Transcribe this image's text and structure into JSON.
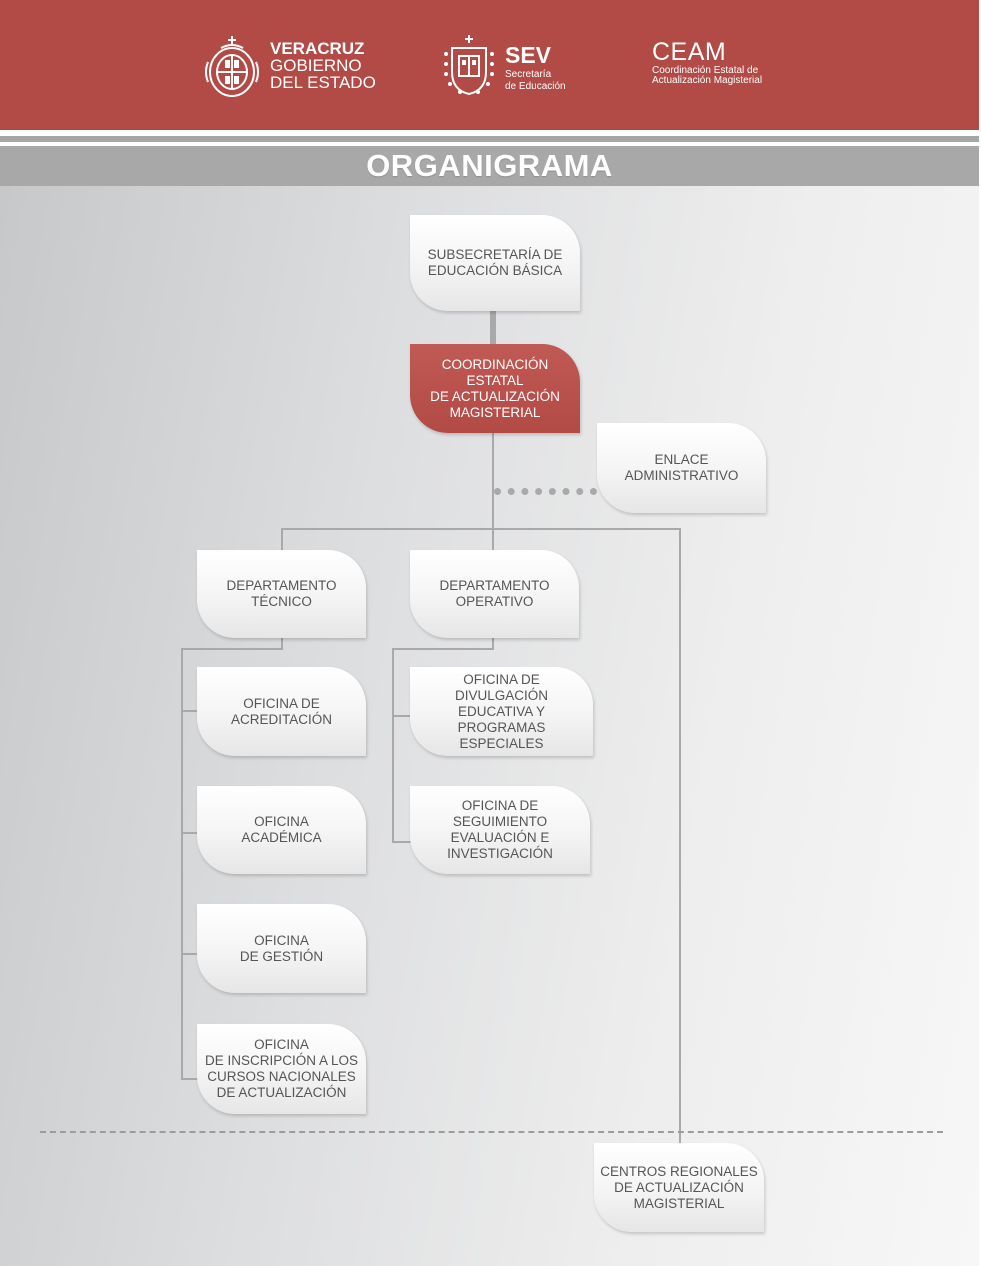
{
  "header": {
    "gobierno": {
      "line1": "VERACRUZ",
      "line2": "GOBIERNO",
      "line3": "DEL ESTADO",
      "icon": "veracruz-coat-of-arms-icon"
    },
    "sev": {
      "acronym": "SEV",
      "line1": "Secretaría",
      "line2": "de Educación",
      "icon": "sev-shield-icon"
    },
    "ceam": {
      "acronym": "CEAM",
      "line1": "Coordinación Estatal de",
      "line2": "Actualización Magisterial"
    }
  },
  "title": "ORGANIGRAMA",
  "colors": {
    "brand_red": "#b24a45",
    "title_grey": "#a8a8a8",
    "line_grey": "#a9a9a9"
  },
  "org": {
    "subsecretaria": "SUBSECRETARÍA DE\nEDUCACIÓN BÁSICA",
    "coordinacion": "COORDINACIÓN ESTATAL\nDE ACTUALIZACIÓN\nMAGISTERIAL",
    "enlace": "ENLACE\nADMINISTRATIVO",
    "depto_tecnico": "DEPARTAMENTO\nTÉCNICO",
    "depto_operativo": "DEPARTAMENTO\nOPERATIVO",
    "oficina_acreditacion": "OFICINA DE\nACREDITACIÓN",
    "oficina_academica": "OFICINA\nACADÉMICA",
    "oficina_gestion": "OFICINA\nDE GESTIÓN",
    "oficina_inscripcion": "OFICINA\nDE INSCRIPCIÓN A LOS\nCURSOS NACIONALES\nDE ACTUALIZACIÓN",
    "oficina_divulgacion": "OFICINA DE DIVULGACIÓN\nEDUCATIVA Y PROGRAMAS\nESPECIALES",
    "oficina_seguimiento": "OFICINA DE SEGUIMIENTO\nEVALUACIÓN E\nINVESTIGACIÓN",
    "centros_regionales": "CENTROS REGIONALES\nDE ACTUALIZACIÓN\nMAGISTERIAL"
  }
}
